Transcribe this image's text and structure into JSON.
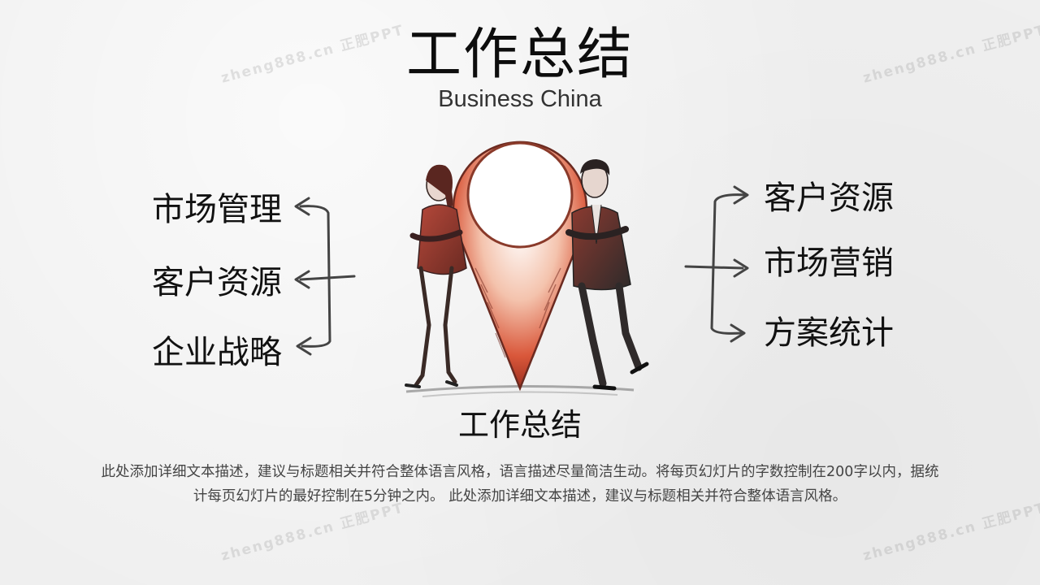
{
  "header": {
    "title": "工作总结",
    "subtitle": "Business China"
  },
  "left_items": [
    "市场管理",
    "客户资源",
    "企业战略"
  ],
  "right_items": [
    "客户资源",
    "市场营销",
    "方案统计"
  ],
  "center_caption": "工作总结",
  "description": "此处添加详细文本描述，建议与标题相关并符合整体语言风格，语言描述尽量简洁生动。将每页幻灯片的字数控制在200字以内，据统计每页幻灯片的最好控制在5分钟之内。 此处添加详细文本描述，建议与标题相关并符合整体语言风格。",
  "watermarks": [
    "zheng888.cn 正肥PPT",
    "zheng888.cn 正肥PPT",
    "zheng888.cn 正肥PPT",
    "zheng888.cn 正肥PPT"
  ],
  "colors": {
    "accent": "#c0392b",
    "accent_light": "#e8866a",
    "ink": "#3a3a3a"
  },
  "icons": {
    "illustration": "location-pin-with-business-people-icon",
    "arrow": "arrow-icon"
  }
}
